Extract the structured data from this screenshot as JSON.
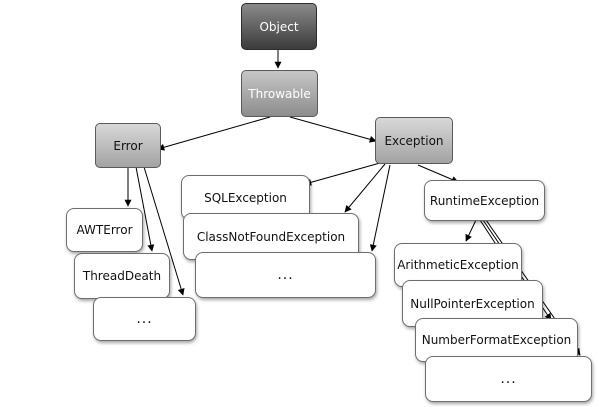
{
  "nodes": {
    "object": "Object",
    "throwable": "Throwable",
    "error": "Error",
    "exception": "Exception",
    "awt_error": "AWTError",
    "thread_death": "ThreadDeath",
    "error_more": "...",
    "sql_exception": "SQLException",
    "class_not_found_exception": "ClassNotFoundException",
    "exception_more": "...",
    "runtime_exception": "RuntimeException",
    "arithmetic_exception": "ArithmeticException",
    "null_pointer_exception": "NullPointerException",
    "number_format_exception": "NumberFormatException",
    "runtime_more": "..."
  },
  "edges": [
    {
      "from": "Object",
      "to": "Throwable"
    },
    {
      "from": "Throwable",
      "to": "Error"
    },
    {
      "from": "Throwable",
      "to": "Exception"
    },
    {
      "from": "Error",
      "to": "AWTError"
    },
    {
      "from": "Error",
      "to": "ThreadDeath"
    },
    {
      "from": "Error",
      "to": "..."
    },
    {
      "from": "Exception",
      "to": "SQLException"
    },
    {
      "from": "Exception",
      "to": "ClassNotFoundException"
    },
    {
      "from": "Exception",
      "to": "..."
    },
    {
      "from": "Exception",
      "to": "RuntimeException"
    },
    {
      "from": "RuntimeException",
      "to": "ArithmeticException"
    },
    {
      "from": "RuntimeException",
      "to": "NullPointerException"
    },
    {
      "from": "RuntimeException",
      "to": "NumberFormatException"
    },
    {
      "from": "RuntimeException",
      "to": "..."
    }
  ],
  "colors": {
    "arrow": "#000000",
    "root_fill": "#3b3b3b",
    "mid_fill": "#8d8d8d",
    "light_fill": "#a3a3a3",
    "leaf_fill": "#ffffff"
  }
}
